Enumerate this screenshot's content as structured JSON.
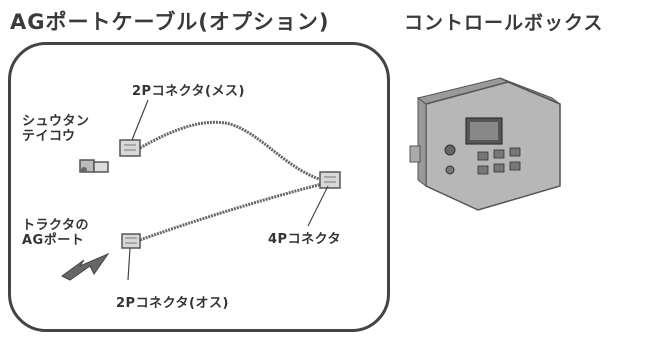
{
  "diagram": {
    "title": "AGポートケーブル(オプション)",
    "control_box_label": "コントロールボックス",
    "labels": {
      "termination_line1": "シュウタン",
      "termination_line2": "テイコウ",
      "connector_2p_female": "2Pコネクタ(メス)",
      "tractor_ag_port_line1": "トラクタの",
      "tractor_ag_port_line2": "AGポート",
      "connector_4p": "4Pコネクタ",
      "connector_2p_male": "2Pコネクタ(オス)"
    }
  }
}
